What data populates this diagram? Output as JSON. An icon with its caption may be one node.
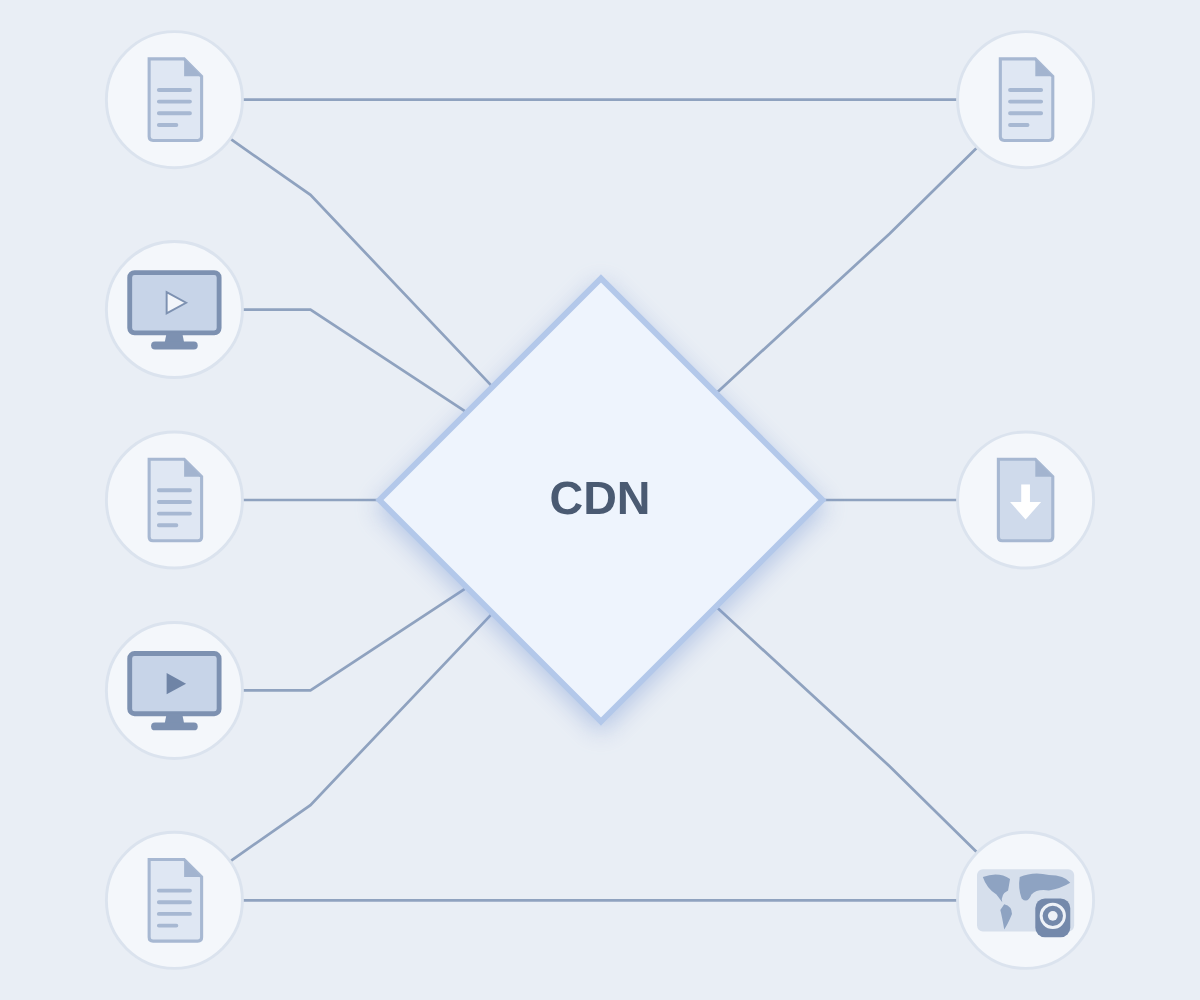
{
  "diagram": {
    "nodes": [
      {
        "text": [],
        "shape": "circle"
      },
      {
        "text": [],
        "shape": "circle"
      },
      {
        "text": [],
        "shape": "circle"
      },
      {
        "text": [],
        "shape": "circle"
      },
      {
        "text": [
          "CDN"
        ]
      },
      {
        "text": [],
        "shape": "circle"
      },
      {
        "text": [],
        "shape": "circle"
      },
      {
        "text": [],
        "shape": "circle"
      },
      {
        "text": [],
        "shape": "circle"
      }
    ],
    "edges": [
      {
        "from": 1,
        "to": 2,
        "arrow": "none"
      },
      {
        "from": 0,
        "to": 4,
        "arrow": "none"
      },
      {
        "from": 1,
        "to": 4,
        "arrow": "none"
      },
      {
        "from": 4,
        "to": 2,
        "arrow": "none"
      },
      {
        "from": 3,
        "to": 4,
        "arrow": "none"
      },
      {
        "from": 4,
        "to": 5,
        "arrow": "none"
      },
      {
        "from": 6,
        "to": 4,
        "arrow": "none"
      },
      {
        "from": 7,
        "to": 4,
        "arrow": "none"
      },
      {
        "from": 4,
        "to": 8,
        "arrow": "none"
      },
      {
        "from": 7,
        "to": 8,
        "arrow": "none"
      }
    ]
  }
}
